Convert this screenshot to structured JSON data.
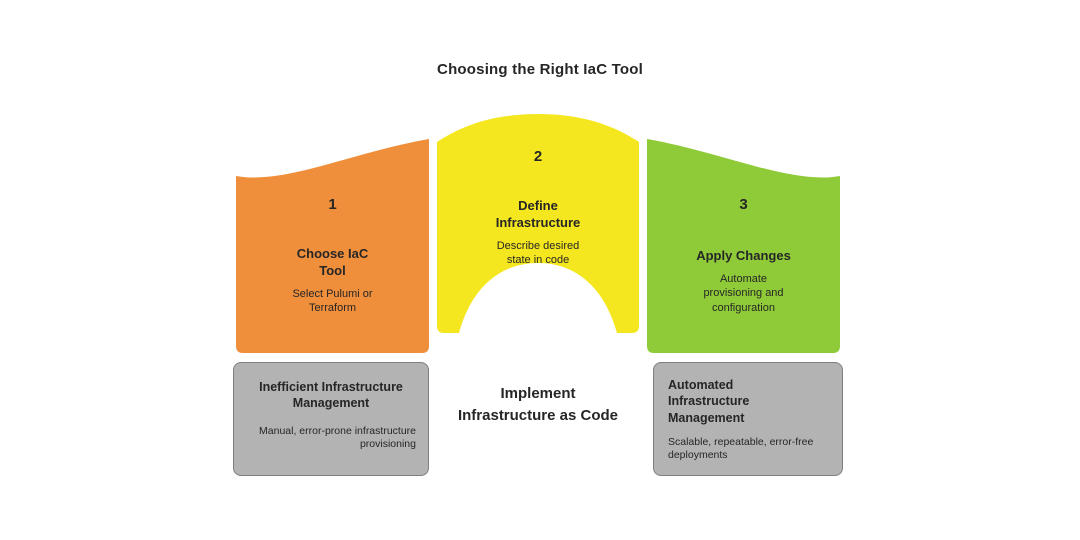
{
  "title": "Choosing the Right IaC Tool",
  "steps": [
    {
      "number": "1",
      "title": "Choose IaC\nTool",
      "subtitle": "Select Pulumi or\nTerraform",
      "color": "#EF8E3B"
    },
    {
      "number": "2",
      "title": "Define\nInfrastructure",
      "subtitle": "Describe desired\nstate in code",
      "color": "#F5E71F"
    },
    {
      "number": "3",
      "title": "Apply Changes",
      "subtitle": "Automate\nprovisioning and\nconfiguration",
      "color": "#8FCB38"
    }
  ],
  "center_label": "Implement\nInfrastructure as Code",
  "outcomes": [
    {
      "title": "Inefficient Infrastructure\nManagement",
      "subtitle": "Manual, error-prone infrastructure\nprovisioning"
    },
    {
      "title": "Automated\nInfrastructure\nManagement",
      "subtitle": "Scalable, repeatable, error-free\ndeployments"
    }
  ],
  "colors": {
    "text": "#262626",
    "outcome_bg": "#B3B3B3",
    "outcome_border": "#7F7F7F",
    "background": "#FFFFFF"
  }
}
